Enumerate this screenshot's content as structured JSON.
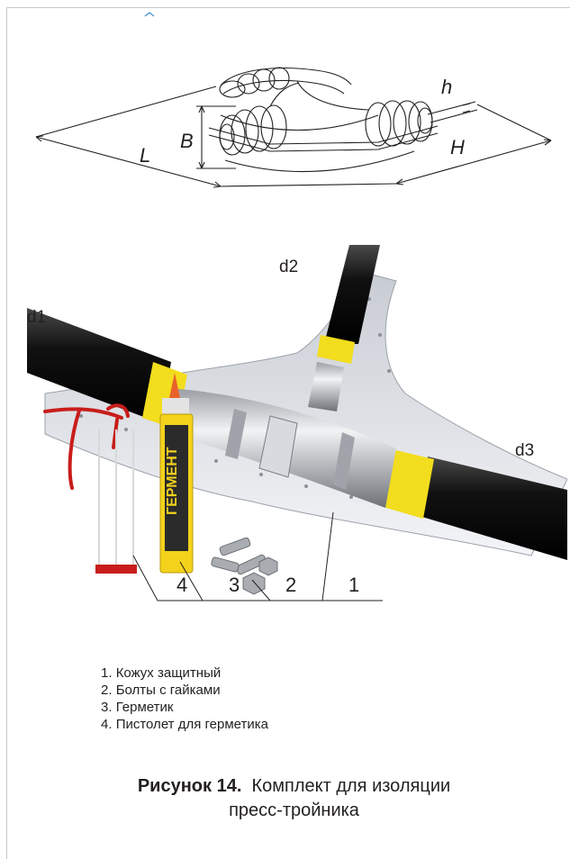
{
  "diagram": {
    "labels": {
      "L": "L",
      "B": "B",
      "H": "H",
      "h": "h"
    }
  },
  "photo": {
    "pipe_labels": {
      "d1": "d1",
      "d2": "d2",
      "d3": "d3"
    },
    "callouts": [
      "4",
      "3",
      "2",
      "1"
    ],
    "sealant_tube_text": "ГЕРМЕНТ"
  },
  "legend": {
    "items": [
      {
        "number": "1.",
        "text": "Кожух защитный"
      },
      {
        "number": "2.",
        "text": "Болты с гайками"
      },
      {
        "number": "3.",
        "text": "Герметик"
      },
      {
        "number": "4.",
        "text": "Пистолет для герметика"
      }
    ]
  },
  "caption": {
    "figure_number": "Рисунок 14.",
    "title_line1": "Комплект для изоляции",
    "title_line2": "пресс-тройника"
  },
  "colors": {
    "pipe_black": "#1a1a1a",
    "pipe_yellow": "#f2dd1e",
    "steel": "#b9bcc0",
    "shell": "#e4e7ec",
    "gun_red": "#d8201e",
    "text": "#231f20"
  }
}
